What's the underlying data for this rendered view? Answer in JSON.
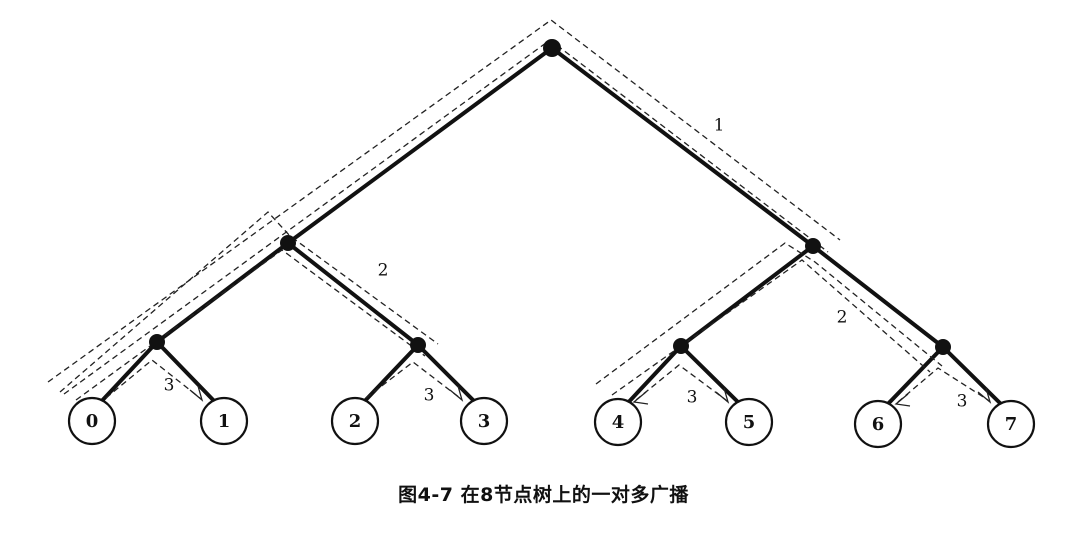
{
  "figure": {
    "caption": "图4-7   在8节点树上的一对多广播"
  },
  "tree": {
    "leaves": [
      "0",
      "1",
      "2",
      "3",
      "4",
      "5",
      "6",
      "7"
    ],
    "step_labels": {
      "step1": "1",
      "step2_left": "2",
      "step2_right": "2",
      "step3_a": "3",
      "step3_b": "3",
      "step3_c": "3",
      "step3_d": "3"
    }
  },
  "colors": {
    "ink": "#111111",
    "background": "#ffffff"
  }
}
